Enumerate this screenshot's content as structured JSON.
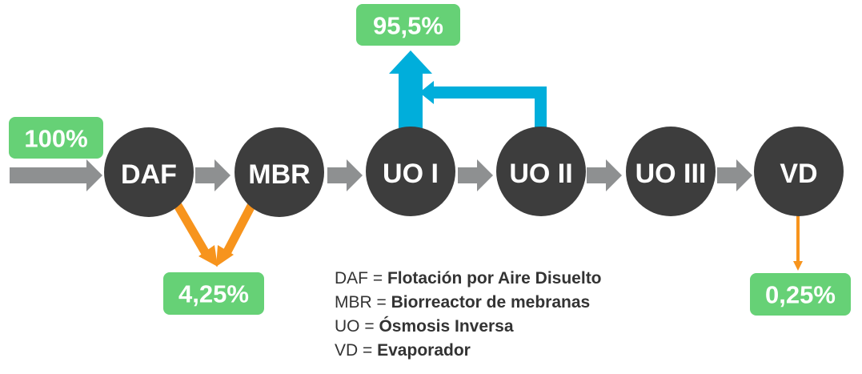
{
  "colors": {
    "node": "#3d3d3d",
    "gray_arrow": "#8e9091",
    "orange_arrow": "#f7941d",
    "blue_arrow": "#00aedb",
    "badge": "#66d176"
  },
  "nodes": [
    {
      "id": "daf",
      "label": "DAF"
    },
    {
      "id": "mbr",
      "label": "MBR"
    },
    {
      "id": "uo1",
      "label": "UO I"
    },
    {
      "id": "uo2",
      "label": "UO II"
    },
    {
      "id": "uo3",
      "label": "UO III"
    },
    {
      "id": "vd",
      "label": "VD"
    }
  ],
  "badges": {
    "input": "100%",
    "recovered": "95,5%",
    "sludge": "4,25%",
    "residue": "0,25%"
  },
  "legend": [
    {
      "abbr": "DAF",
      "sep": " = ",
      "desc": "Flotación por Aire Disuelto"
    },
    {
      "abbr": "MBR",
      "sep": " = ",
      "desc": "Biorreactor de mebranas"
    },
    {
      "abbr": "UO",
      "sep": " = ",
      "desc": "Ósmosis Inversa"
    },
    {
      "abbr": "VD",
      "sep": " = ",
      "desc": "Evaporador"
    }
  ]
}
